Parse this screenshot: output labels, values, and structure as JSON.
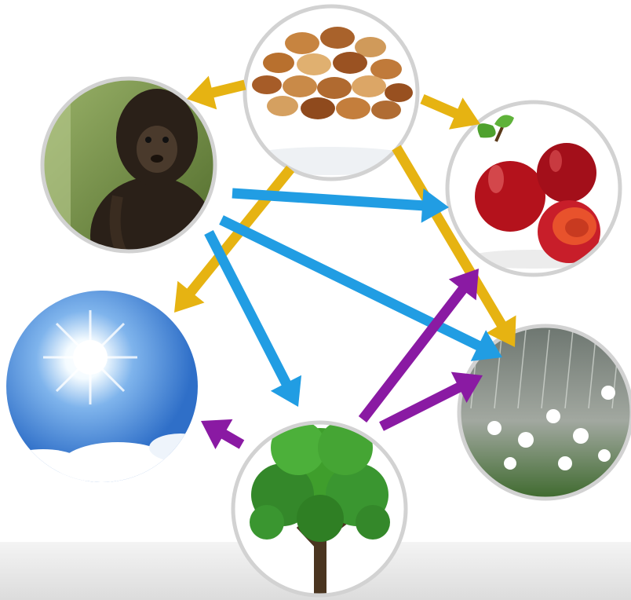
{
  "nodes": [
    {
      "id": "seeds",
      "icon": "seeds-icon"
    },
    {
      "id": "monkey",
      "icon": "monkey-icon"
    },
    {
      "id": "plums",
      "icon": "plums-icon"
    },
    {
      "id": "sun",
      "icon": "sun-icon"
    },
    {
      "id": "rain",
      "icon": "rain-icon"
    },
    {
      "id": "tree",
      "icon": "tree-icon"
    }
  ],
  "arrows": [
    {
      "from": "seeds",
      "to": "monkey",
      "color": "#e6b312"
    },
    {
      "from": "seeds",
      "to": "plums",
      "color": "#e6b312"
    },
    {
      "from": "seeds",
      "to": "sun",
      "color": "#e6b312"
    },
    {
      "from": "seeds",
      "to": "rain",
      "color": "#e6b312"
    },
    {
      "from": "monkey",
      "to": "plums",
      "color": "#219de3"
    },
    {
      "from": "monkey",
      "to": "rain",
      "color": "#219de3"
    },
    {
      "from": "monkey",
      "to": "tree",
      "color": "#219de3"
    },
    {
      "from": "tree",
      "to": "sun",
      "color": "#8a1aa3"
    },
    {
      "from": "tree",
      "to": "plums",
      "color": "#8a1aa3"
    },
    {
      "from": "tree",
      "to": "rain",
      "color": "#8a1aa3"
    }
  ],
  "colors": {
    "ring": "#d2d2d2",
    "seed": "#b8702e",
    "plum": "#b4121c",
    "leaf": "#3f9e2c",
    "sky": "#3f82d6",
    "rain_bg": "#8c9488",
    "monkey_bg": "#7e9a4f",
    "monkey_fur": "#2a2018"
  }
}
